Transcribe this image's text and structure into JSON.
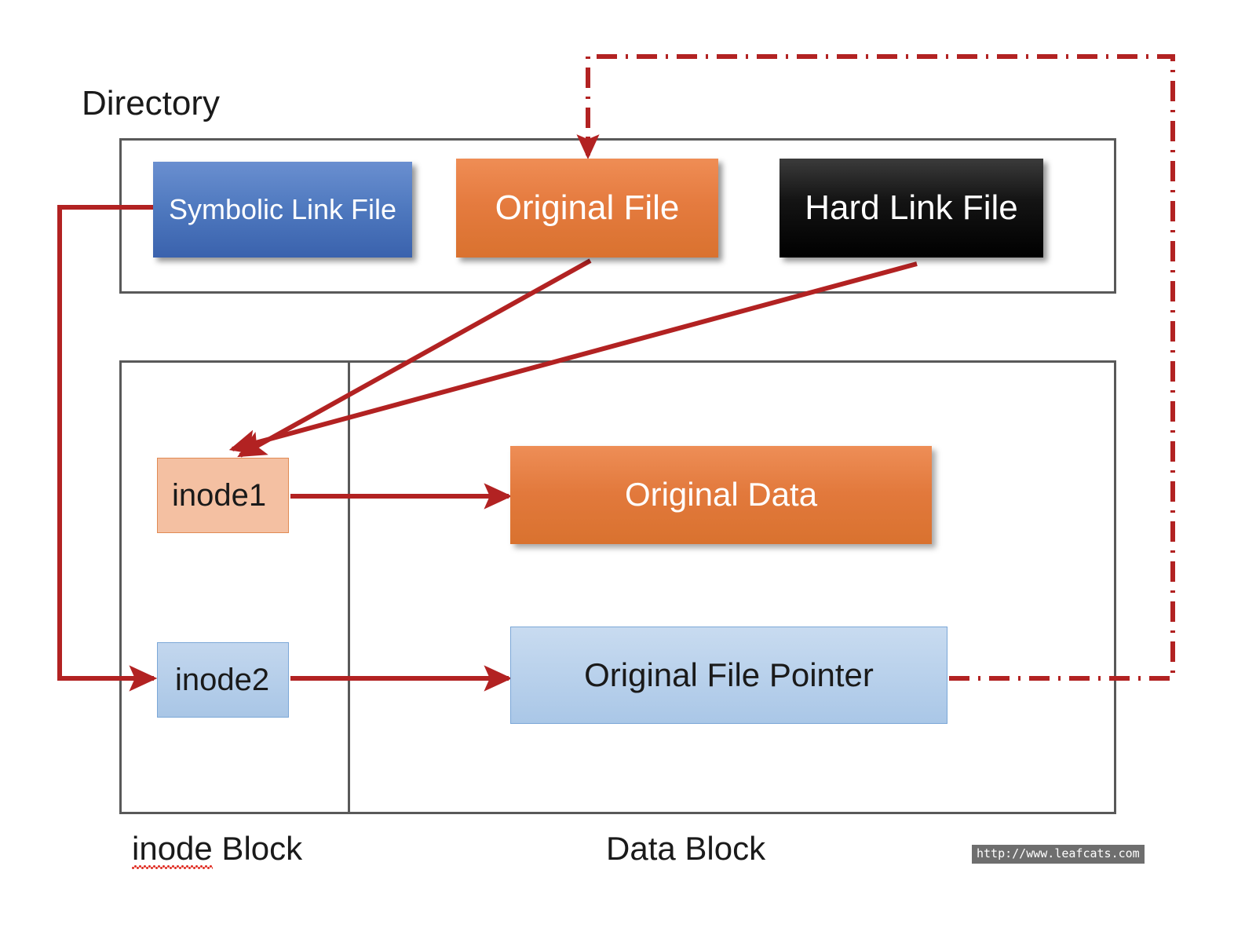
{
  "diagram": {
    "title_label": "Directory",
    "colors": {
      "connector_red": "#b22222",
      "frame_gray": "#595959",
      "symbolic_link_blue": "#4f79bf",
      "original_orange": "#e0772f",
      "hard_link_black": "#000000",
      "inode1_peach": "#f4c0a2",
      "inode2_blue": "#aac7e7",
      "watermark_gray": "#6e6e6e"
    },
    "directory": {
      "frame_name": "Directory container",
      "nodes": [
        {
          "id": "symbolic-link-file",
          "label": "Symbolic Link File"
        },
        {
          "id": "original-file",
          "label": "Original File"
        },
        {
          "id": "hard-link-file",
          "label": "Hard Link File"
        }
      ]
    },
    "blocks": {
      "inode": {
        "caption": "inode Block",
        "caption_misspelled_part": "inode",
        "caption_rest": " Block",
        "nodes": [
          {
            "id": "inode1",
            "label": "inode1"
          },
          {
            "id": "inode2",
            "label": "inode2"
          }
        ]
      },
      "data": {
        "caption": "Data Block",
        "nodes": [
          {
            "id": "original-data",
            "label": "Original Data"
          },
          {
            "id": "original-file-pointer",
            "label": "Original File Pointer"
          }
        ]
      }
    },
    "connectors": [
      {
        "id": "original-file-to-inode1",
        "from": "original-file",
        "to": "inode1",
        "style": "solid",
        "arrow": "end"
      },
      {
        "id": "hard-link-file-to-inode1",
        "from": "hard-link-file",
        "to": "inode1",
        "style": "solid",
        "arrow": "end"
      },
      {
        "id": "symbolic-link-file-to-inode2",
        "from": "symbolic-link-file",
        "to": "inode2",
        "style": "solid",
        "arrow": "end"
      },
      {
        "id": "inode1-to-original-data",
        "from": "inode1",
        "to": "original-data",
        "style": "solid",
        "arrow": "end"
      },
      {
        "id": "inode2-to-original-file-pointer",
        "from": "inode2",
        "to": "original-file-pointer",
        "style": "solid",
        "arrow": "end"
      },
      {
        "id": "original-file-pointer-to-original-file",
        "from": "original-file-pointer",
        "to": "original-file",
        "style": "dash-dot",
        "arrow": "end"
      }
    ]
  },
  "watermark": {
    "url": "http://www.leafcats.com"
  }
}
